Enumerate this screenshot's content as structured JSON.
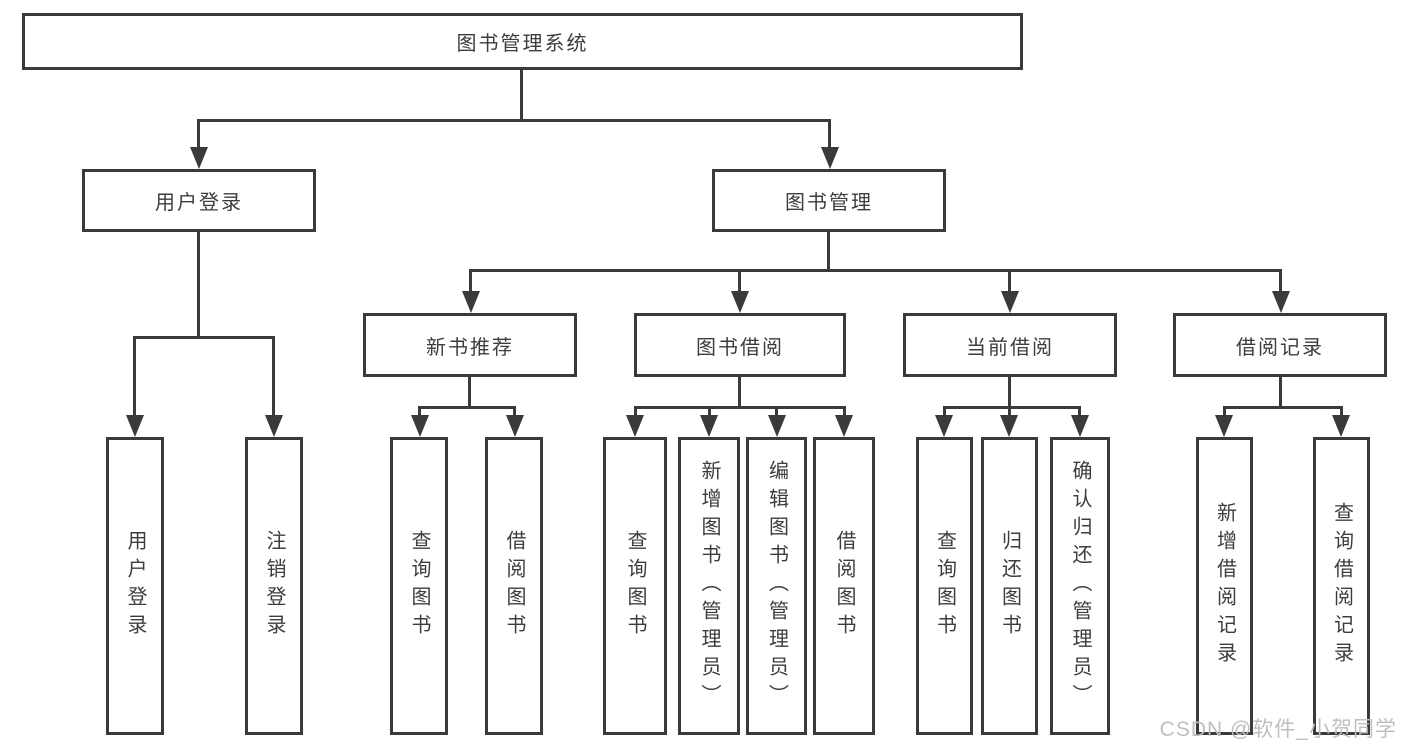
{
  "tree": {
    "root": {
      "label": "图书管理系统"
    },
    "level1": [
      {
        "label": "用户登录"
      },
      {
        "label": "图书管理"
      }
    ],
    "level2": [
      {
        "label": "新书推荐"
      },
      {
        "label": "图书借阅"
      },
      {
        "label": "当前借阅"
      },
      {
        "label": "借阅记录"
      }
    ],
    "leaves": {
      "user_login": [
        {
          "label": "用户登录"
        },
        {
          "label": "注销登录"
        }
      ],
      "new_books": [
        {
          "label": "查询图书"
        },
        {
          "label": "借阅图书"
        }
      ],
      "book_borrow": [
        {
          "label": "查询图书"
        },
        {
          "label": "新增图书（管理员）"
        },
        {
          "label": "编辑图书（管理员）"
        },
        {
          "label": "借阅图书"
        }
      ],
      "current_borrow": [
        {
          "label": "查询图书"
        },
        {
          "label": "归还图书"
        },
        {
          "label": "确认归还（管理员）"
        }
      ],
      "borrow_records": [
        {
          "label": "新增借阅记录"
        },
        {
          "label": "查询借阅记录"
        }
      ]
    }
  },
  "watermark": {
    "text": "CSDN @软件_小贺同学"
  },
  "colors": {
    "line": "#3a3a3a",
    "text": "#3d3d3d",
    "watermark": "#bfbfbf",
    "background": "#ffffff"
  }
}
